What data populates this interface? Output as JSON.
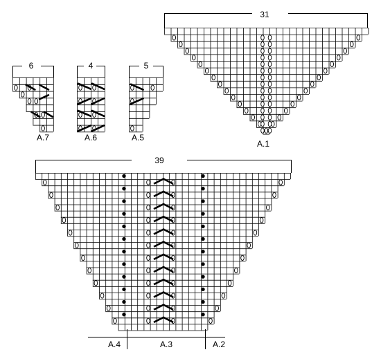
{
  "charts": {
    "a1": {
      "label": "A.1",
      "width": "31"
    },
    "a5": {
      "label": "A.5",
      "width": "5"
    },
    "a6": {
      "label": "A.6",
      "width": "4"
    },
    "a7": {
      "label": "A.7",
      "width": "6"
    },
    "bottom": {
      "width": "39",
      "labels": [
        "A.4",
        "A.3",
        "A.2"
      ]
    }
  },
  "symbols": {
    "yarn_over": "oval-icon",
    "bobble": "filled-dot-icon",
    "cable_slant": "diagonal-bar-icon",
    "chevron": "chevron-up-icon"
  },
  "colors": {
    "ink": "#000000",
    "grid": "#000000",
    "background": "#ffffff"
  }
}
